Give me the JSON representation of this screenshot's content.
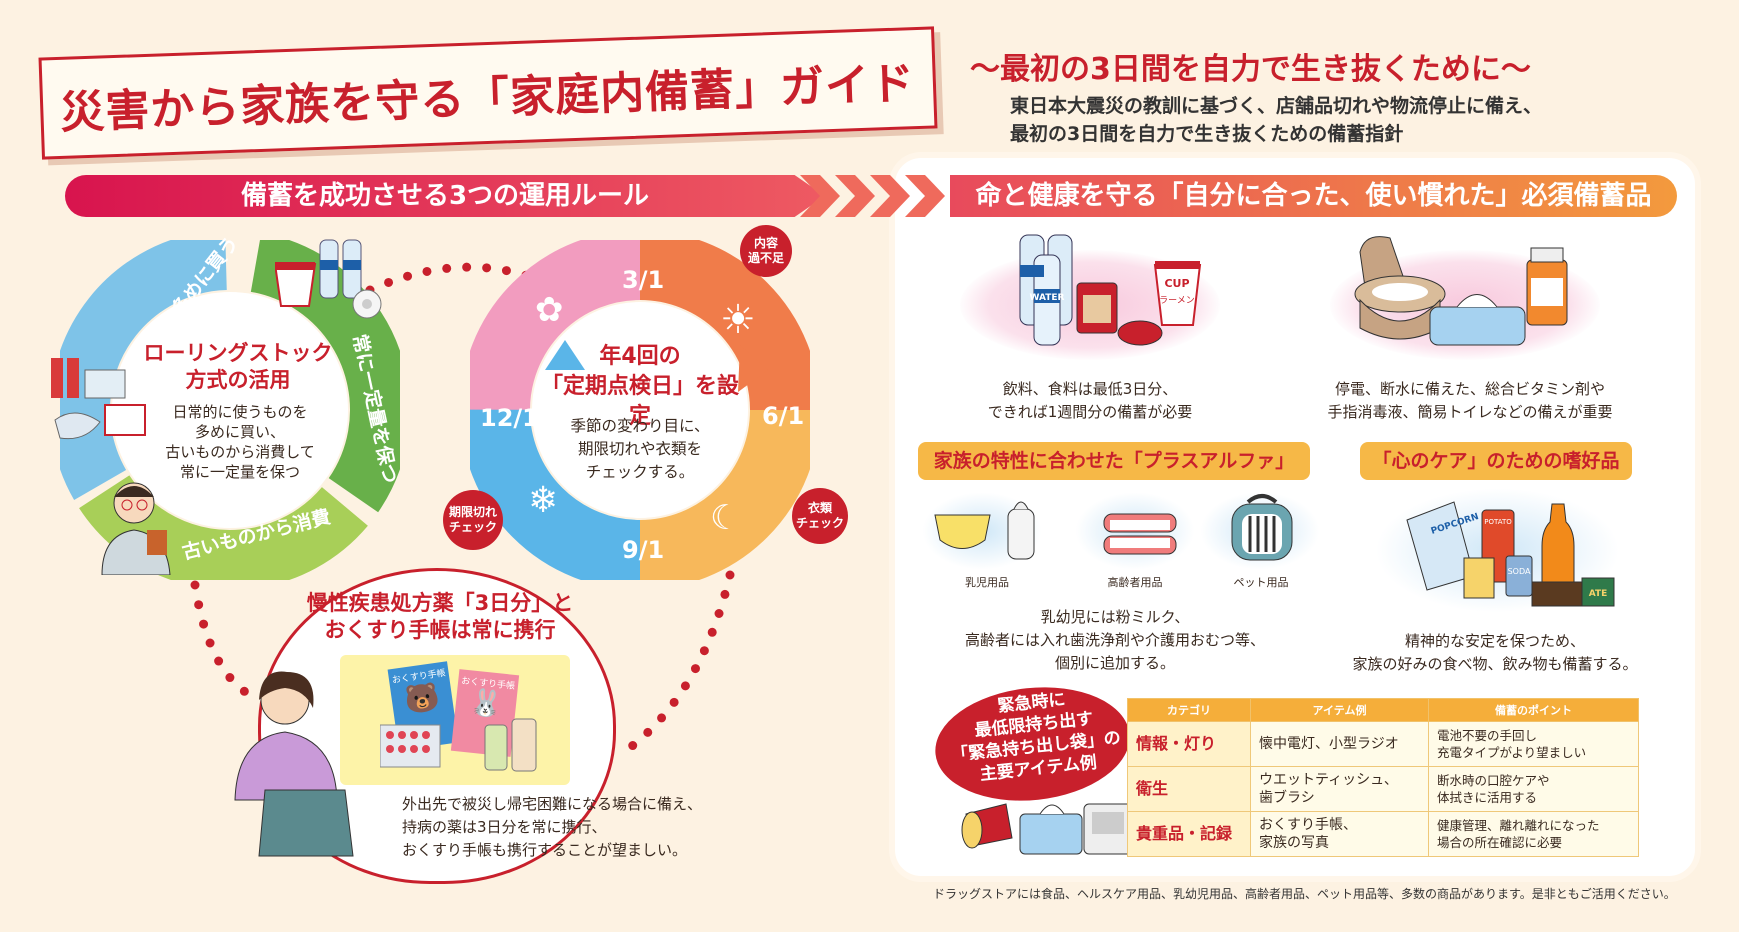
{
  "header": {
    "title": "災害から家族を守る「家庭内備蓄」ガイド",
    "subtitle": "〜最初の3日間を自力で生き抜くために〜",
    "description": [
      "東日本大震災の教訓に基づく、店舗品切れや物流停止に備え、",
      "最初の3日間を自力で生き抜くための備蓄指針"
    ]
  },
  "left_banner": "備蓄を成功させる3つの運用ルール",
  "right_banner": "命と健康を守る「自分に合った、使い慣れた」必須備蓄品",
  "rolling_stock": {
    "title_lines": [
      "ローリングストック",
      "方式の活用"
    ],
    "desc_lines": [
      "日常的に使うものを",
      "多めに買い、",
      "古いものから消費して",
      "常に一定量を保つ"
    ],
    "arc_buy": "日常的に多めに買う",
    "arc_keep": "常に一定量を保つ",
    "arc_consume": "古いものから消費",
    "colors": {
      "buy": "#7ec3e8",
      "keep": "#68b04a",
      "consume": "#a8cf58"
    }
  },
  "check_wheel": {
    "title_lines": [
      "年4回の",
      "「定期点検日」を設定"
    ],
    "desc_lines": [
      "季節の変わり目に、",
      "期限切れや衣類を",
      "チェックする。"
    ],
    "dates": [
      "3/1",
      "6/1",
      "9/1",
      "12/1"
    ],
    "bubbles": [
      {
        "lines": [
          "内容",
          "過不足"
        ]
      },
      {
        "lines": [
          "衣類",
          "チェック"
        ]
      },
      {
        "lines": [
          "期限切れ",
          "チェック"
        ]
      }
    ],
    "colors": {
      "spring": "#f29cbf",
      "summer": "#f07c4a",
      "autumn": "#f7b85b",
      "winter": "#5ab5e8"
    }
  },
  "medicine": {
    "title_lines": [
      "慢性疾患処方薬「3日分」と",
      "おくすり手帳は常に携行"
    ],
    "booklet_1": "おくすり手帳",
    "booklet_2": "おくすり手帳",
    "desc_lines": [
      "外出先で被災し帰宅困難になる場合に備え、",
      "持病の薬は3日分を常に携行、",
      "おくすり手帳も携行することが望ましい。"
    ]
  },
  "essentials": [
    {
      "caption_lines": [
        "飲料、食料は最低3日分、",
        "できれば1週間分の備蓄が必要"
      ],
      "labels": {
        "water": "WATER",
        "cup": "CUP",
        "ramen": "ラーメン"
      }
    },
    {
      "caption_lines": [
        "停電、断水に備えた、総合ビタミン剤や",
        "手指消毒液、簡易トイレなどの備えが重要"
      ]
    }
  ],
  "plus_alpha": {
    "tag": "家族の特性に合わせた「プラスアルファ」",
    "items": [
      "乳児用品",
      "高齢者用品",
      "ペット用品"
    ],
    "caption_lines": [
      "乳幼児には粉ミルク、",
      "高齢者には入れ歯洗浄剤や介護用おむつ等、",
      "個別に追加する。"
    ]
  },
  "care": {
    "tag": "「心のケア」のための嗜好品",
    "labels": {
      "popcorn": "POPCORN",
      "soda": "SODA",
      "potato": "POTATO",
      "chocolate": "ATE"
    },
    "caption_lines": [
      "精神的な安定を保つため、",
      "家族の好みの食べ物、飲み物も備蓄する。"
    ]
  },
  "kit": {
    "title_lines": [
      "緊急時に",
      "最低限持ち出す",
      "「緊急持ち出し袋」の",
      "主要アイテム例"
    ],
    "headers": [
      "カテゴリ",
      "アイテム例",
      "備蓄のポイント"
    ],
    "rows": [
      {
        "category": "情報・灯り",
        "items": [
          "懐中電灯、小型ラジオ"
        ],
        "point": [
          "電池不要の手回し",
          "充電タイプがより望ましい"
        ]
      },
      {
        "category": "衛生",
        "items": [
          "ウエットティッシュ、",
          "歯ブラシ"
        ],
        "point": [
          "断水時の口腔ケアや",
          "体拭きに活用する"
        ]
      },
      {
        "category": "貴重品・記録",
        "items": [
          "おくすり手帳、",
          "家族の写真"
        ],
        "point": [
          "健康管理、離れ離れになった",
          "場合の所在確認に必要"
        ]
      }
    ]
  },
  "footer": "ドラッグストアには食品、ヘルスケア用品、乳幼児用品、高齢者用品、ペット用品等、多数の商品があります。是非ともご活用ください。"
}
